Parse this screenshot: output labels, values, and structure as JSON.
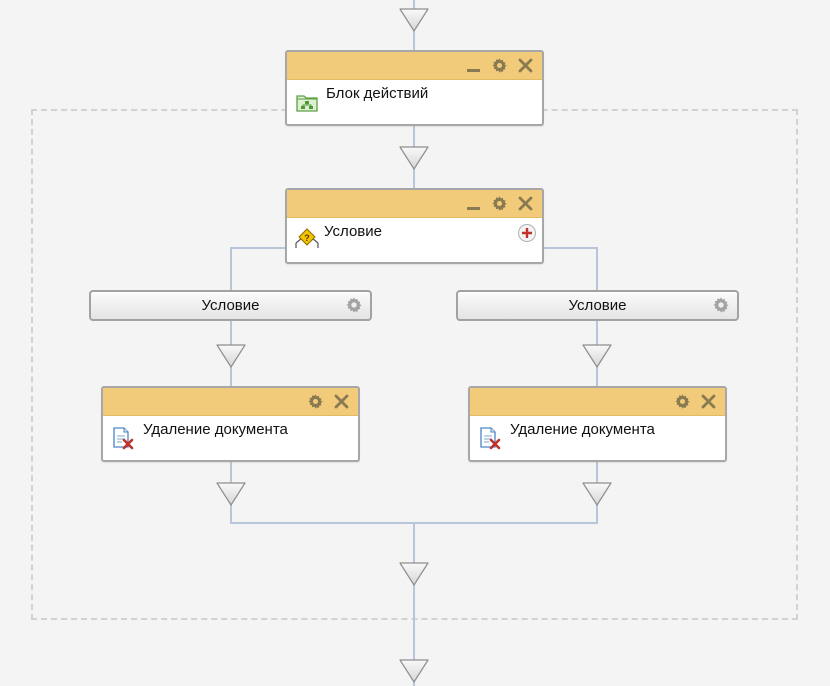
{
  "colors": {
    "header": "#f1cb7a",
    "connector": "#b8c6db",
    "frame": "#d2d2d2",
    "icon_button": "#8a7a52",
    "delete_icon": "#c0312b"
  },
  "blocks": {
    "action_block": {
      "label": "Блок действий",
      "icon": "folder-tree-icon"
    },
    "condition_block": {
      "label": "Условие",
      "icon": "condition-question-icon"
    },
    "delete_left": {
      "label": "Удаление документа",
      "icon": "delete-document-icon"
    },
    "delete_right": {
      "label": "Удаление документа",
      "icon": "delete-document-icon"
    }
  },
  "branches": [
    {
      "label": "Условие"
    },
    {
      "label": "Условие"
    }
  ]
}
